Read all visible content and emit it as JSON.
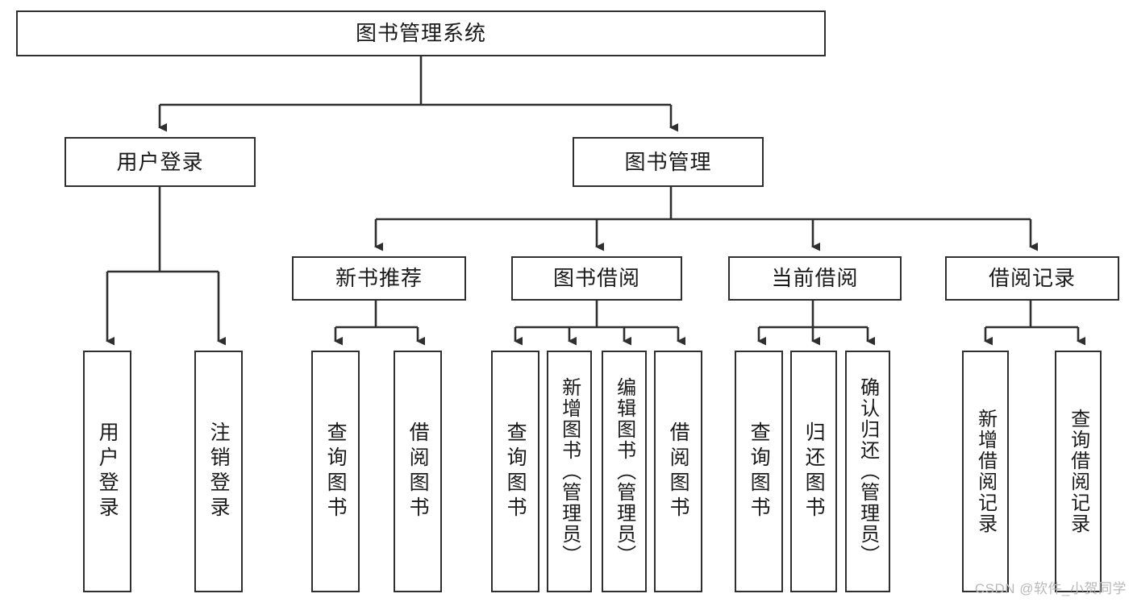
{
  "diagram": {
    "title": "图书管理系统",
    "watermark": "CSDN @软件_小贺同学",
    "line_color": "#2f2f2f",
    "background_color": "#ffffff",
    "text_color": "#1a1a1a"
  },
  "nodes": {
    "root": {
      "label": "图书管理系统"
    },
    "level1": [
      {
        "label": "用户登录"
      },
      {
        "label": "图书管理"
      }
    ],
    "level2": [
      {
        "label": "新书推荐"
      },
      {
        "label": "图书借阅"
      },
      {
        "label": "当前借阅"
      },
      {
        "label": "借阅记录"
      }
    ],
    "leaves": {
      "user_login": [
        {
          "label": "用户登录"
        },
        {
          "label": "注销登录"
        }
      ],
      "new_book": [
        {
          "label": "查询图书"
        },
        {
          "label": "借阅图书"
        }
      ],
      "book_borrow": [
        {
          "label": "查询图书"
        },
        {
          "label": "新增图书（管理员）"
        },
        {
          "label": "编辑图书（管理员）"
        },
        {
          "label": "借阅图书"
        }
      ],
      "current_borrow": [
        {
          "label": "查询图书"
        },
        {
          "label": "归还图书"
        },
        {
          "label": "确认归还（管理员）"
        }
      ],
      "borrow_record": [
        {
          "label": "新增借阅记录"
        },
        {
          "label": "查询借阅记录"
        }
      ]
    }
  }
}
